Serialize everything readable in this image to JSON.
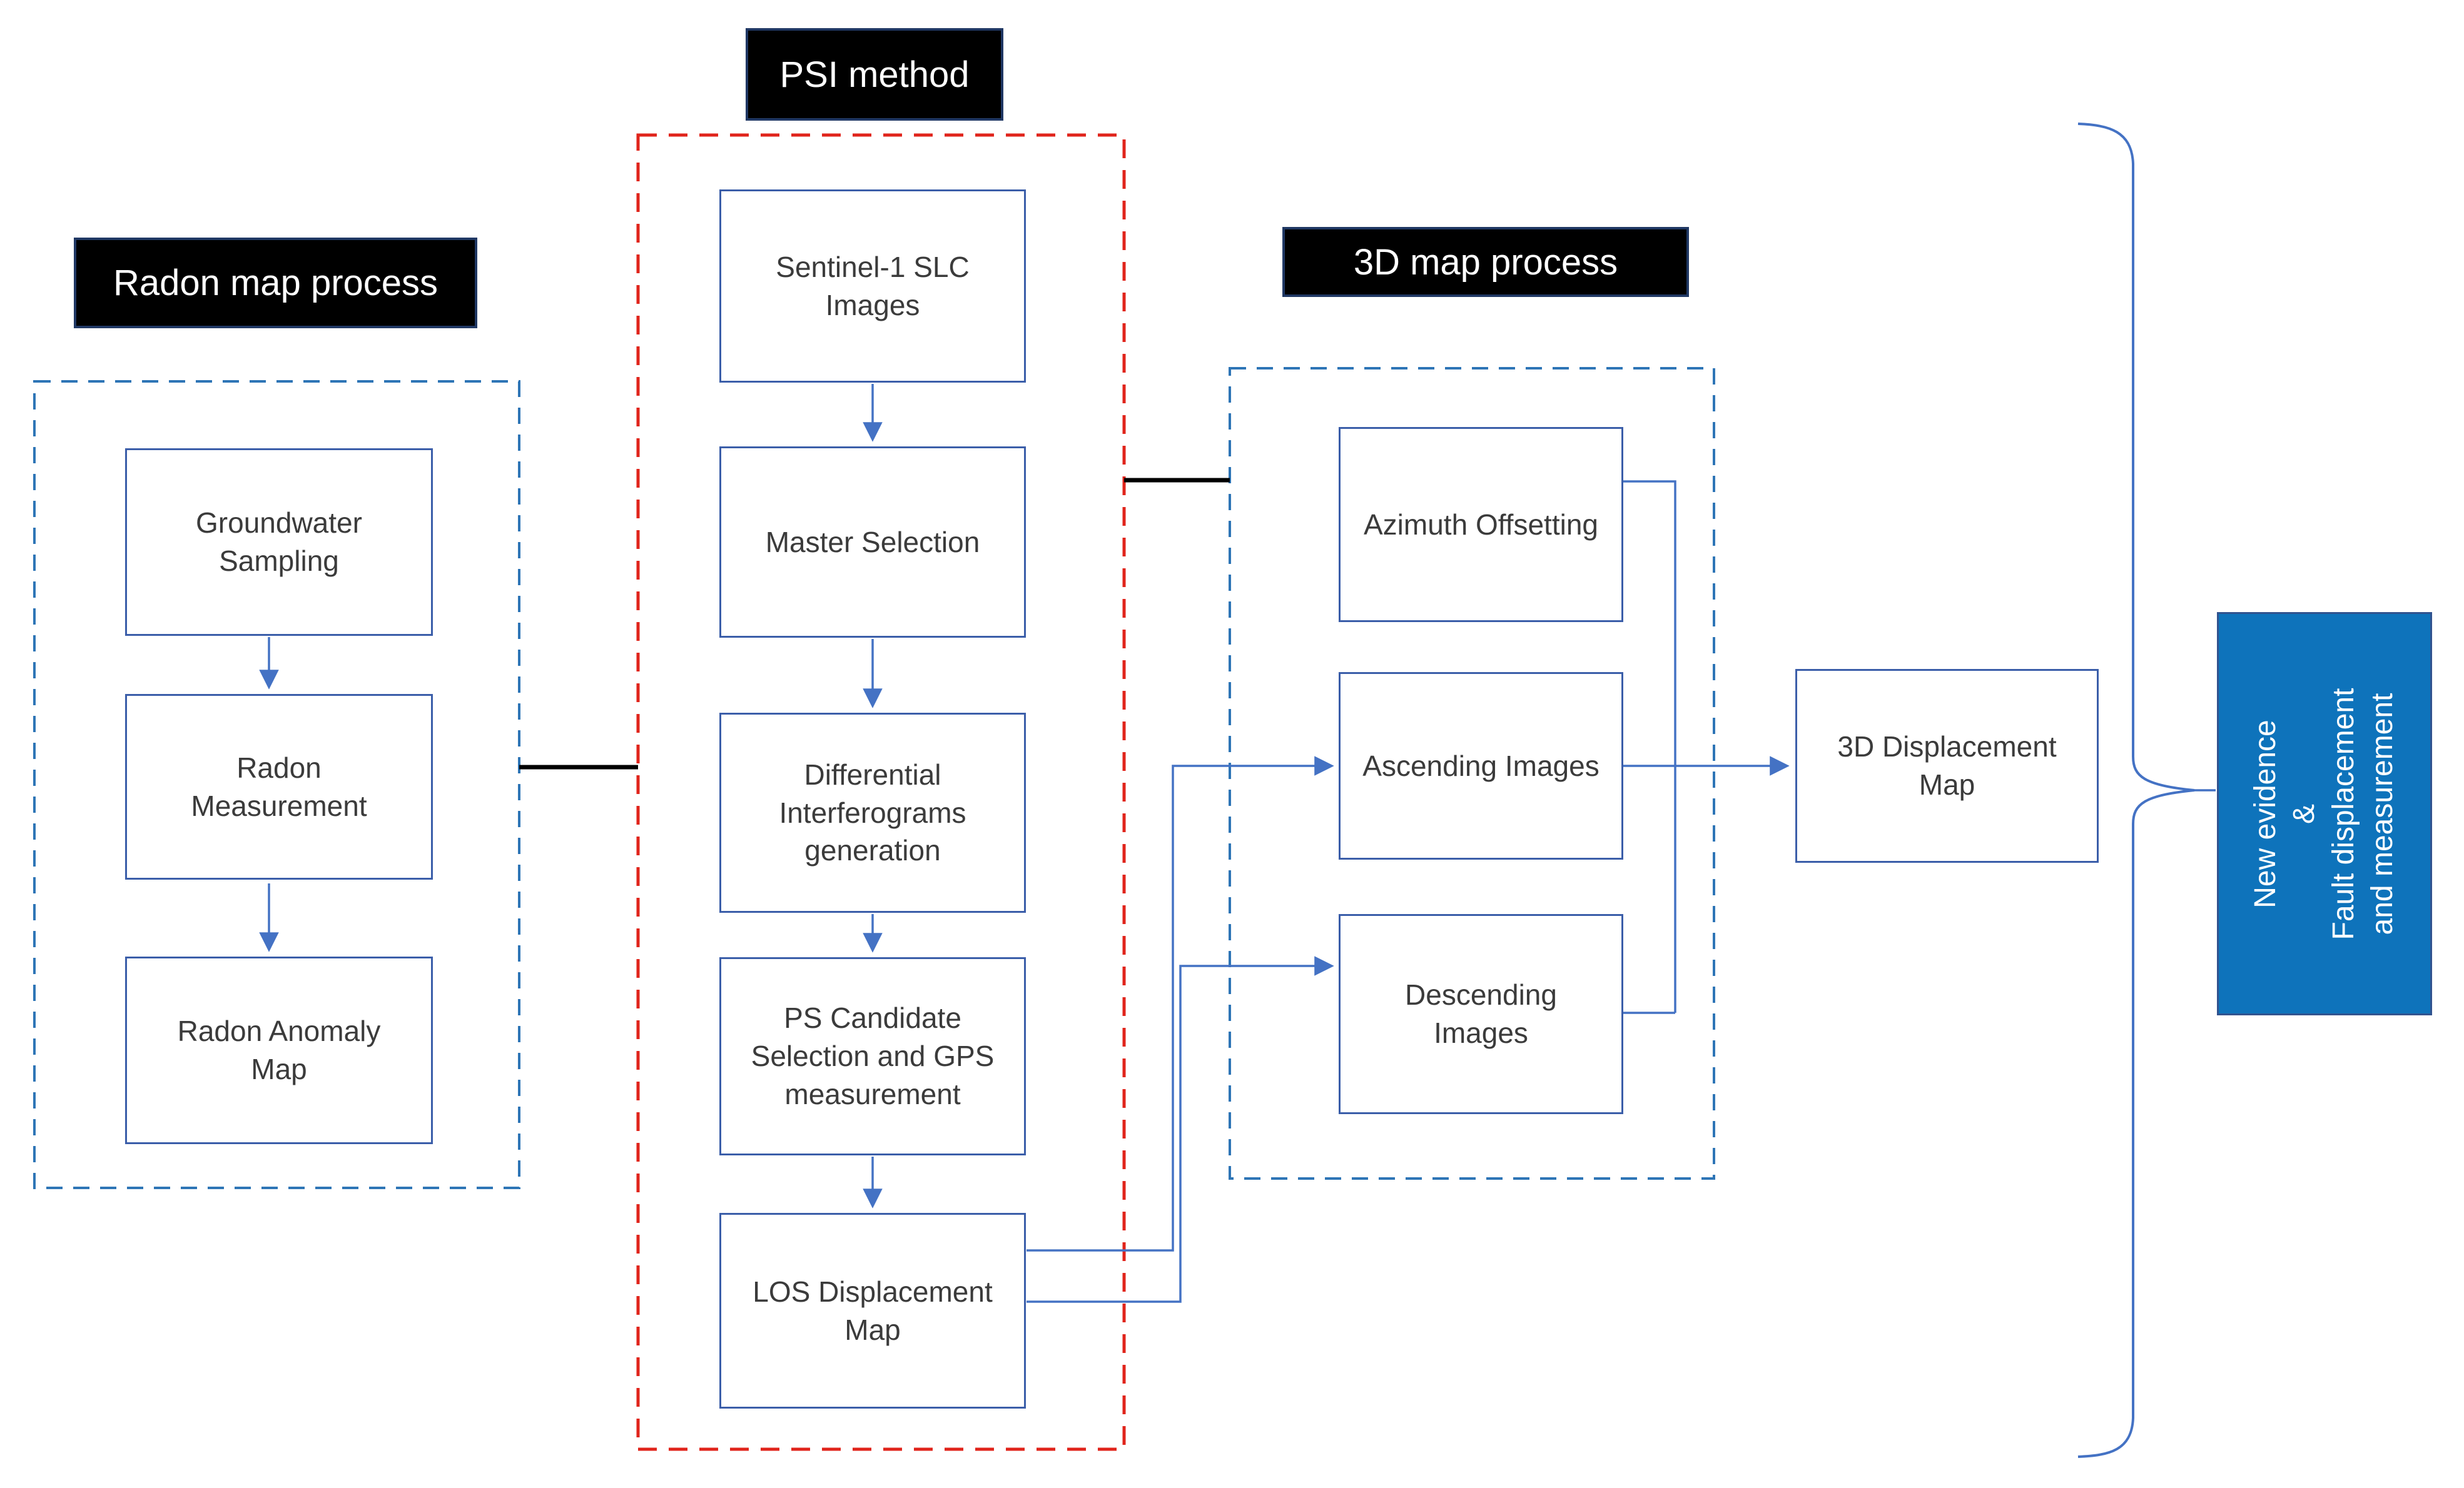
{
  "diagram": {
    "radon": {
      "title": "Radon map process",
      "steps": [
        "Groundwater\nSampling",
        "Radon\nMeasurement",
        "Radon Anomaly\nMap"
      ]
    },
    "psi": {
      "title": "PSI method",
      "steps": [
        "Sentinel-1 SLC\nImages",
        "Master Selection",
        "Differential\nInterferograms\ngeneration",
        "PS Candidate\nSelection and GPS\nmeasurement",
        "LOS Displacement\nMap"
      ]
    },
    "map3d": {
      "title": "3D map process",
      "steps": [
        "Azimuth Offsetting",
        "Ascending Images",
        "Descending\nImages"
      ],
      "output": "3D Displacement\nMap"
    },
    "result": {
      "label": "New evidence\n&\nFault displacement\nand measurement"
    },
    "colors": {
      "accent_blue": "#4472C4",
      "box_border": "#3B5EA9",
      "dashed_blue": "#2E75B6",
      "dashed_red": "#E0241B",
      "header_bg": "#000000",
      "header_border": "#203864",
      "result_fill": "#0E73BB",
      "result_border": "#31538F",
      "connector_black": "#000000",
      "text_dark": "#3B3B3B",
      "text_white": "#FFFFFF"
    }
  }
}
